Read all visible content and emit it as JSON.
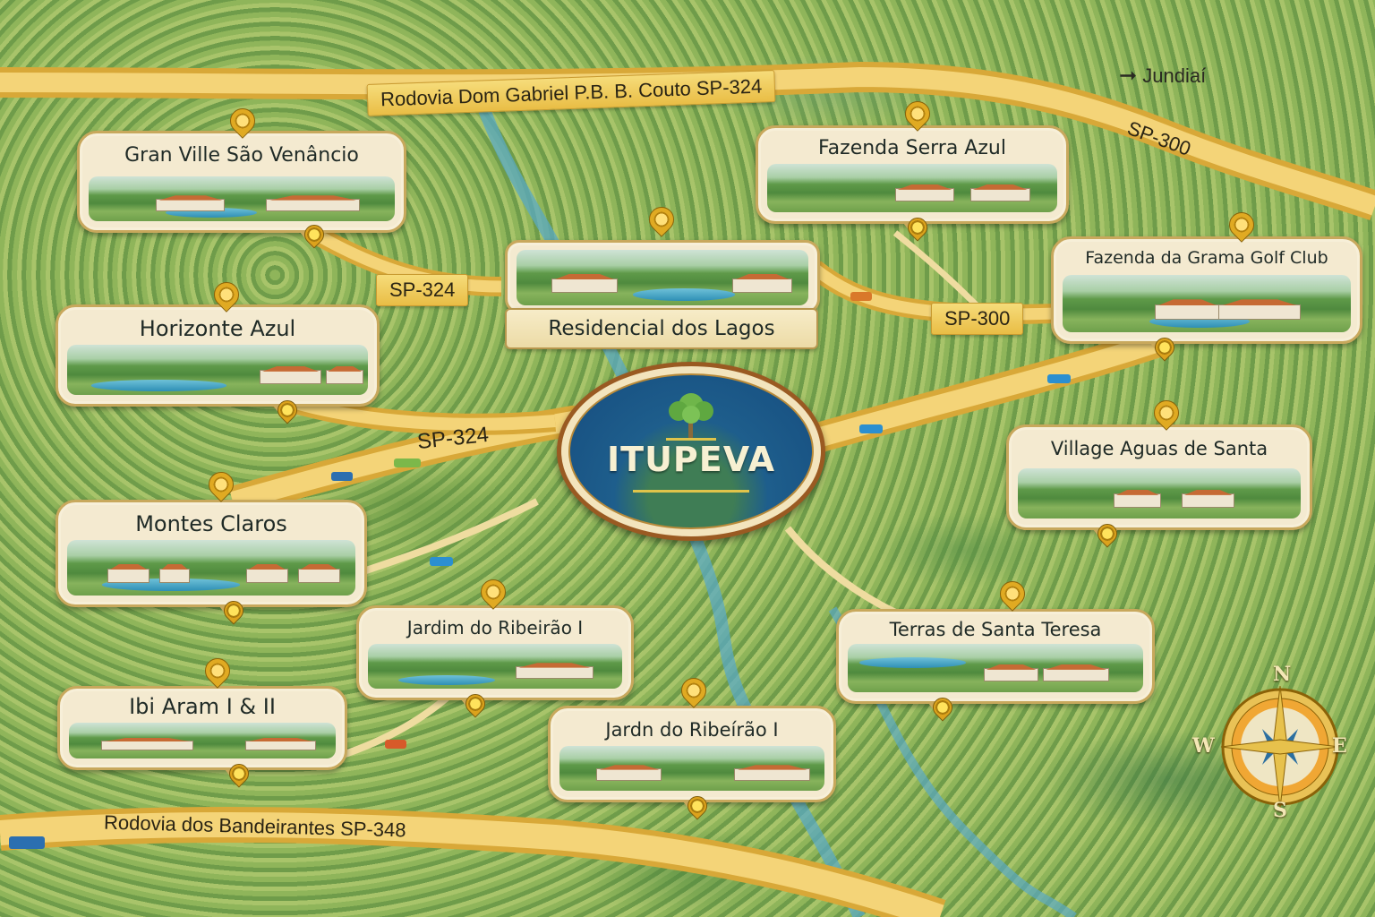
{
  "map": {
    "title": "ITUPEVA",
    "center_emblem": {
      "label": "ITUPEVA",
      "icon": "tree-icon",
      "colors": {
        "fill": "#164d7f",
        "border": "#9a5a22",
        "text": "#f7f0d2"
      }
    },
    "direction_marker": {
      "label": "Jundiaí",
      "icon": "arrow-right-icon"
    },
    "roads": [
      {
        "id": "sp324-top",
        "label": "Rodovia Dom Gabriel P.B. B. Couto  SP-324"
      },
      {
        "id": "sp300-ne",
        "label": "SP-300"
      },
      {
        "id": "sp324-upper-left",
        "label": "SP-324"
      },
      {
        "id": "sp300-mid",
        "label": "SP-300"
      },
      {
        "id": "sp324-center-left",
        "label": "SP-324"
      },
      {
        "id": "sp348-bottom",
        "label": "Rodovia dos Bandeirantes  SP-348"
      }
    ],
    "locations": [
      {
        "id": "gran-ville",
        "name": "Gran Ville São Venâncio"
      },
      {
        "id": "fazenda-serra-azul",
        "name": "Fazenda Serra Azul"
      },
      {
        "id": "residencial-lagos",
        "name": "Residencial dos Lagos"
      },
      {
        "id": "fazenda-grama",
        "name": "Fazenda da Grama Golf Club"
      },
      {
        "id": "horizonte-azul",
        "name": "Horizonte Azul"
      },
      {
        "id": "village-aguas",
        "name": "Village Aguas de Santa"
      },
      {
        "id": "montes-claros",
        "name": "Montes Claros"
      },
      {
        "id": "jardim-ribeirao-1",
        "name": "Jardim do Ribeirão I"
      },
      {
        "id": "terras-santa-teresa",
        "name": "Terras de Santa Teresa"
      },
      {
        "id": "ibi-aram",
        "name": "Ibi Aram I & II"
      },
      {
        "id": "jardim-ribeirao-2",
        "name": "Jardn do Ribeírão I"
      }
    ],
    "compass": {
      "north": "N",
      "south": "S",
      "east": "E",
      "west": "W"
    },
    "colors": {
      "land": "#8fb35c",
      "road": "#e9bd45",
      "card_bg": "#f4ead0",
      "card_border": "#c8a85c",
      "river": "#5aa9c4",
      "pin": "#e0aa22"
    }
  }
}
